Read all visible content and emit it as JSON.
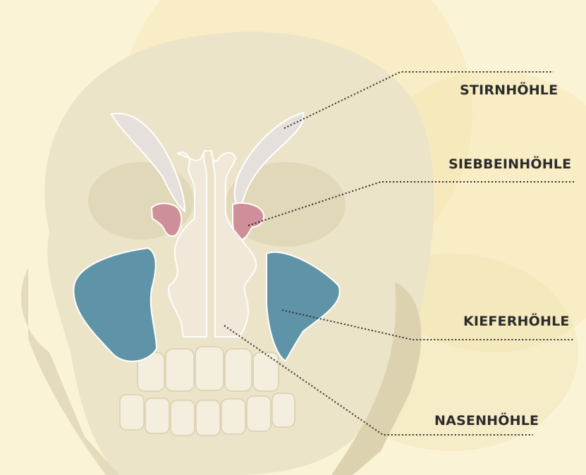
{
  "colors": {
    "background": "#fbf3d6",
    "skull": "#ece4c8",
    "label_text": "#2b2b2b",
    "leader_line": "#2b2b2b",
    "frontal_sinus": "#e6e0dc",
    "ethmoid_sinus": "#cf8f98",
    "maxillary_sinus": "#5f93a8",
    "nasal_cavity": "#f1eadc"
  },
  "labels": {
    "frontal_sinus": "STIRNHÖHLE",
    "ethmoid_sinus": "SIEBBEINHÖHLE",
    "maxillary_sinus": "KIEFERHÖHLE",
    "nasal_cavity": "NASENHÖHLE"
  }
}
